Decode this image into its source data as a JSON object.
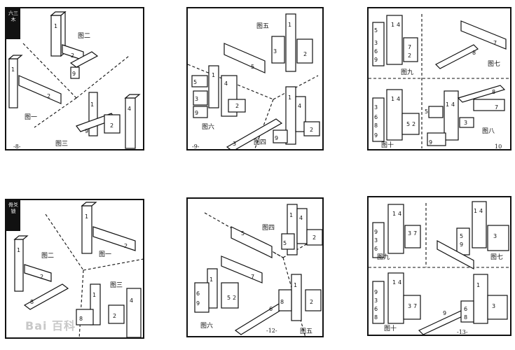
{
  "panels": [
    {
      "stamp": "六三木",
      "labels": [
        "图二",
        "图一",
        "图三"
      ],
      "page": "-8-"
    },
    {
      "labels": [
        "图五",
        "图六",
        "图四"
      ],
      "page": "-9-"
    },
    {
      "labels": [
        "图七",
        "图九",
        "图八",
        "图十"
      ],
      "page": "10"
    },
    {
      "stamp": "骨爻锁",
      "labels": [
        "图二",
        "图一",
        "图三"
      ]
    },
    {
      "labels": [
        "图四",
        "图六",
        "图五"
      ],
      "page": "-12-"
    },
    {
      "labels": [
        "图九",
        "图七",
        "图十"
      ],
      "page": "-13-"
    }
  ],
  "watermark": "Bai 百科"
}
